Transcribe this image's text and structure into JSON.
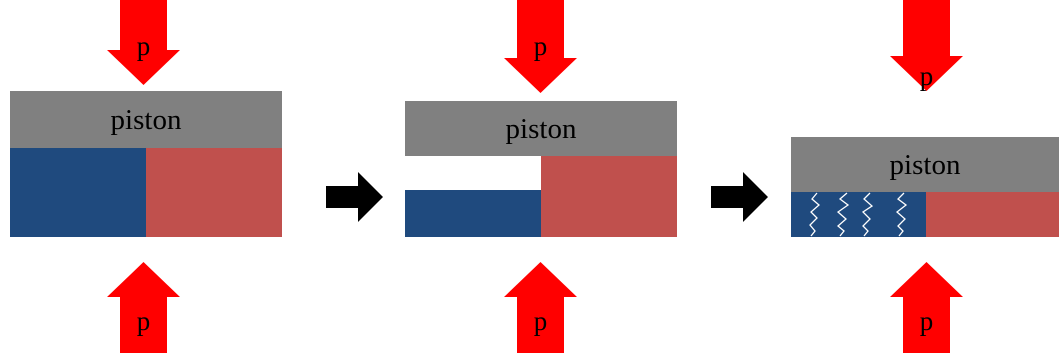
{
  "labels": {
    "pressure": "p",
    "piston": "piston"
  },
  "colors": {
    "pressure_arrow": "#ff0000",
    "piston": "#808080",
    "blue_region": "#1f4a7e",
    "red_region": "#c0504d",
    "transition_arrow": "#000000",
    "crack_lines": "#ffffff",
    "background": "#ffffff"
  },
  "icons": {
    "pressure_arrow": "red-arrow-icon",
    "transition_arrow": "black-arrow-right-icon",
    "cracks": "crack-lines-icon"
  },
  "stages": [
    {
      "name": "stage-1",
      "blue_state": "full"
    },
    {
      "name": "stage-2",
      "blue_state": "compressed"
    },
    {
      "name": "stage-3",
      "blue_state": "fractured"
    }
  ]
}
